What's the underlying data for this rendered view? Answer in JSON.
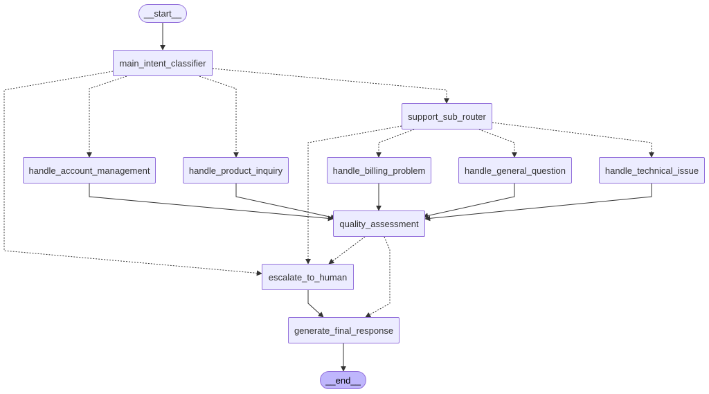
{
  "diagram": {
    "nodes": {
      "start": "__start__",
      "main_intent_classifier": "main_intent_classifier",
      "support_sub_router": "support_sub_router",
      "handle_account_management": "handle_account_management",
      "handle_product_inquiry": "handle_product_inquiry",
      "handle_billing_problem": "handle_billing_problem",
      "handle_general_question": "handle_general_question",
      "handle_technical_issue": "handle_technical_issue",
      "quality_assessment": "quality_assessment",
      "escalate_to_human": "escalate_to_human",
      "generate_final_response": "generate_final_response",
      "end": "__end__"
    },
    "edges": [
      {
        "from": "start",
        "to": "main_intent_classifier",
        "style": "solid"
      },
      {
        "from": "main_intent_classifier",
        "to": "handle_account_management",
        "style": "dotted"
      },
      {
        "from": "main_intent_classifier",
        "to": "handle_product_inquiry",
        "style": "dotted"
      },
      {
        "from": "main_intent_classifier",
        "to": "support_sub_router",
        "style": "dotted"
      },
      {
        "from": "main_intent_classifier",
        "to": "escalate_to_human",
        "style": "dotted"
      },
      {
        "from": "support_sub_router",
        "to": "handle_billing_problem",
        "style": "dotted"
      },
      {
        "from": "support_sub_router",
        "to": "handle_general_question",
        "style": "dotted"
      },
      {
        "from": "support_sub_router",
        "to": "handle_technical_issue",
        "style": "dotted"
      },
      {
        "from": "support_sub_router",
        "to": "escalate_to_human",
        "style": "dotted"
      },
      {
        "from": "handle_account_management",
        "to": "quality_assessment",
        "style": "solid"
      },
      {
        "from": "handle_product_inquiry",
        "to": "quality_assessment",
        "style": "solid"
      },
      {
        "from": "handle_billing_problem",
        "to": "quality_assessment",
        "style": "solid"
      },
      {
        "from": "handle_general_question",
        "to": "quality_assessment",
        "style": "solid"
      },
      {
        "from": "handle_technical_issue",
        "to": "quality_assessment",
        "style": "solid"
      },
      {
        "from": "quality_assessment",
        "to": "escalate_to_human",
        "style": "dotted"
      },
      {
        "from": "quality_assessment",
        "to": "generate_final_response",
        "style": "dotted"
      },
      {
        "from": "escalate_to_human",
        "to": "generate_final_response",
        "style": "solid"
      },
      {
        "from": "generate_final_response",
        "to": "end",
        "style": "solid"
      }
    ]
  },
  "colors": {
    "node_fill": "#ECECFF",
    "node_border": "#9370DB",
    "end_fill": "#BFB6FC",
    "edge": "#333333"
  }
}
